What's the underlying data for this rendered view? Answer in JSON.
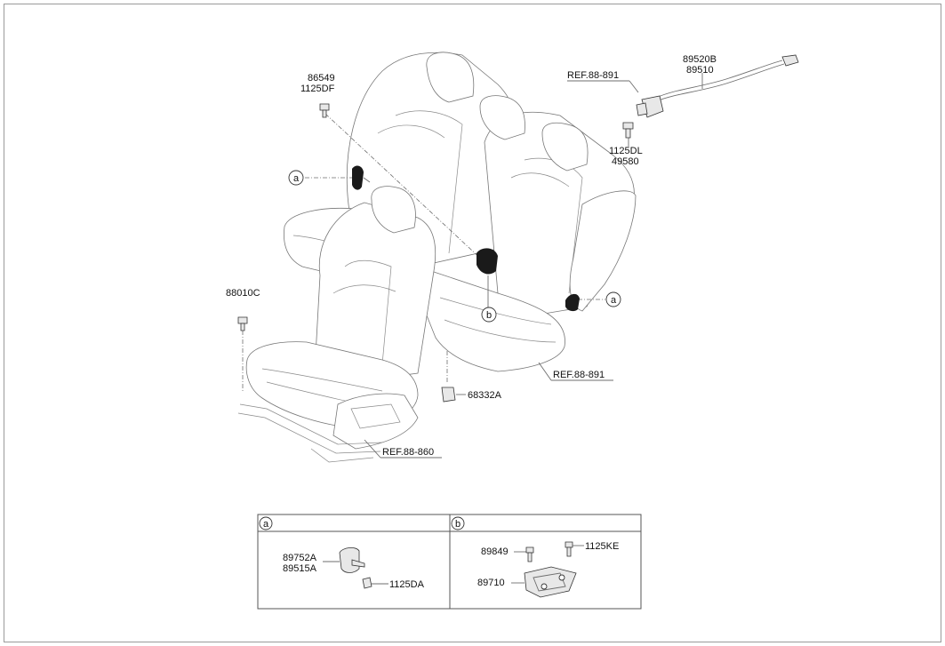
{
  "labels": {
    "p86549": "86549",
    "p1125DF": "1125DF",
    "ref_top": "REF.88-891",
    "p89520B": "89520B",
    "p89510": "89510",
    "p1125DL": "1125DL",
    "p49580": "49580",
    "p88010C": "88010C",
    "p68332A": "68332A",
    "ref_right": "REF.88-891",
    "ref_bottom": "REF.88-860",
    "callout_a": "a",
    "callout_b": "b"
  },
  "detail_a": {
    "tag": "a",
    "p89752A": "89752A",
    "p89515A": "89515A",
    "p1125DA": "1125DA"
  },
  "detail_b": {
    "tag": "b",
    "p89849": "89849",
    "p1125KE": "1125KE",
    "p89710": "89710"
  }
}
